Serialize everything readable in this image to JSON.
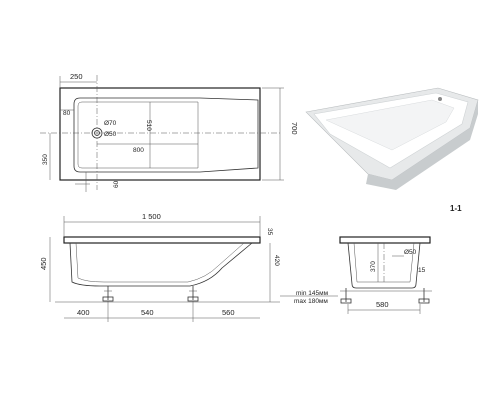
{
  "top_view": {
    "dim_drain_offset": "250",
    "dim_rim_80": "80",
    "dim_width": "700",
    "dim_inner_width": "510",
    "dim_inner_length": "800",
    "dim_side_350": "350",
    "dim_60": "60",
    "label_overflow_diameter": "Ø70",
    "label_drain_diameter": "Ø50"
  },
  "front_view": {
    "dim_total_length": "1 500",
    "dim_height": "450",
    "dim_depth": "420",
    "dim_rim": "35",
    "dim_leg_a": "400",
    "dim_leg_b": "540",
    "dim_leg_c": "560",
    "label_min_height": "min 145мм",
    "label_max_height": "max 180мм"
  },
  "section_view": {
    "section_label": "1-1",
    "dim_inner_depth": "370",
    "label_drain": "Ø50",
    "dim_15": "15",
    "dim_width": "580"
  },
  "colors": {
    "lines": "#333333",
    "tub_white": "#f4f5f5",
    "tub_shadow": "#c8ccce"
  }
}
